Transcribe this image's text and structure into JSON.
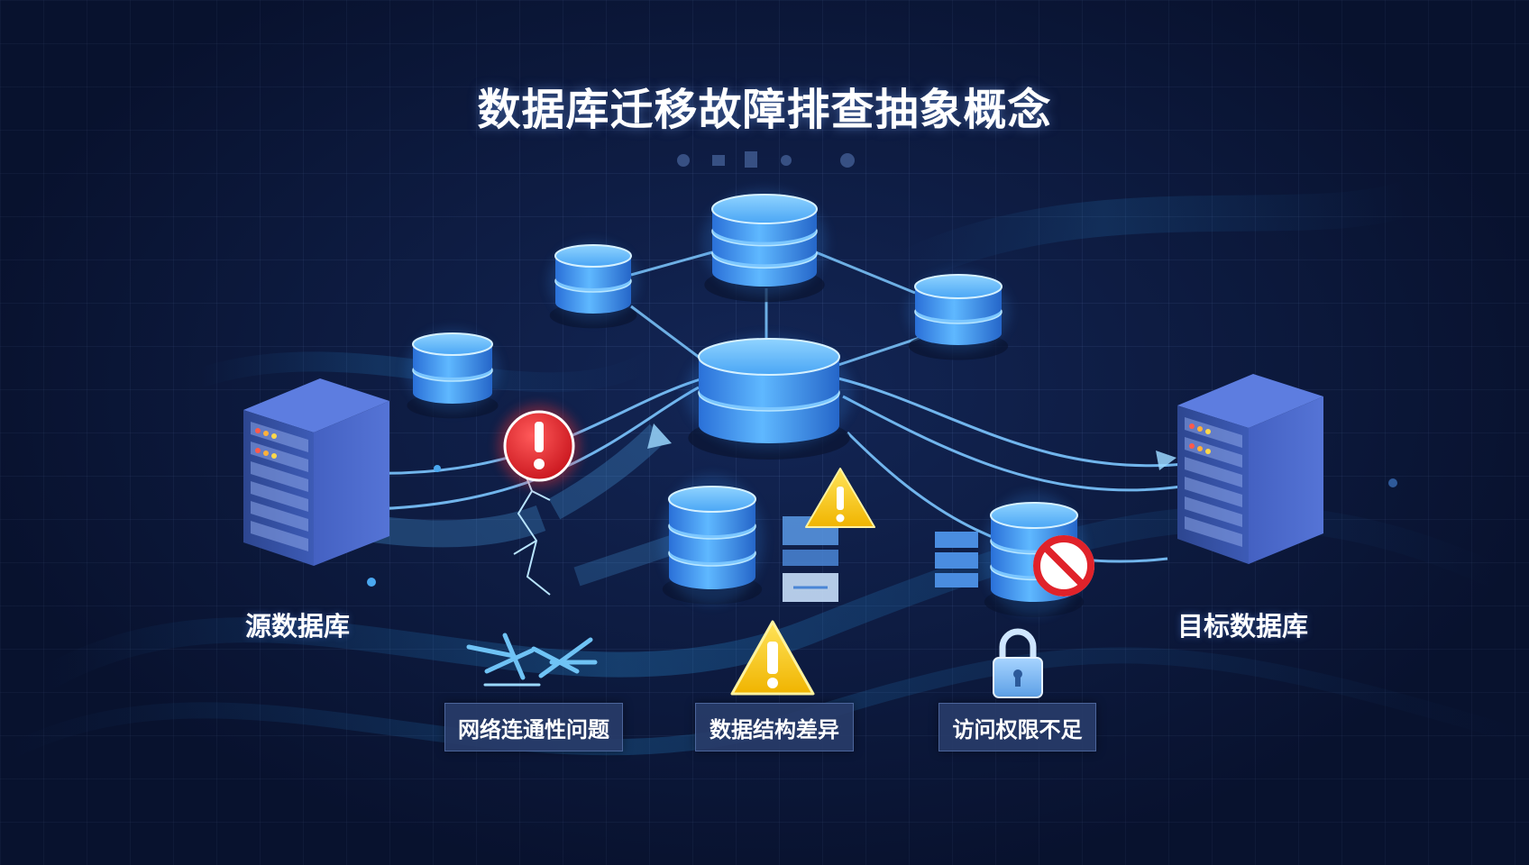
{
  "title": "数据库迁移故障排查抽象概念",
  "labels": {
    "source": "源数据库",
    "target": "目标数据库"
  },
  "issues": [
    {
      "label": "网络连通性问题",
      "icon": "broken-link-icon"
    },
    {
      "label": "数据结构差异",
      "icon": "warning-icon"
    },
    {
      "label": "访问权限不足",
      "icon": "lock-icon"
    }
  ],
  "colors": {
    "background": "#0d1a3e",
    "cylinder": "#3f9bf0",
    "error": "#e8242b",
    "warning": "#f5c400",
    "server": "#3a55a8"
  }
}
